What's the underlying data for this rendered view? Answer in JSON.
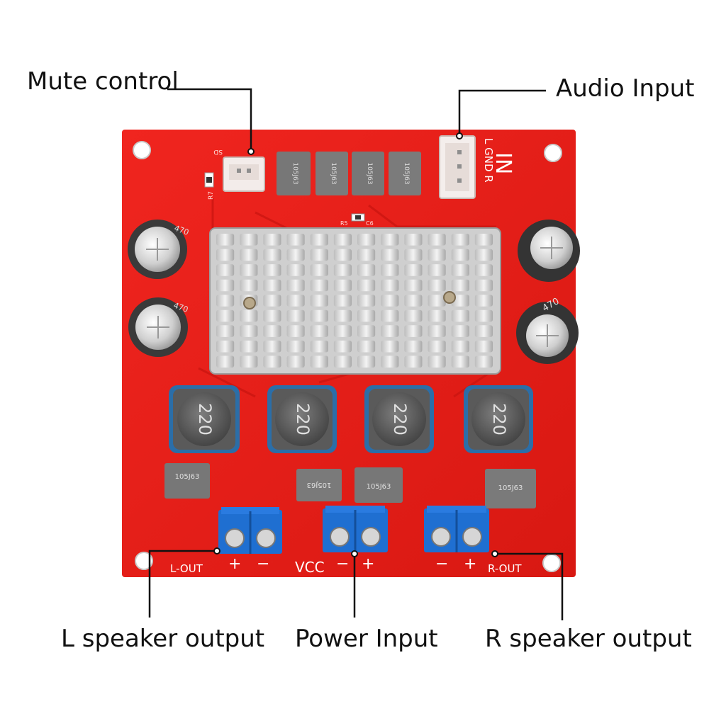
{
  "callouts": {
    "mute": "Mute control",
    "audio": "Audio Input",
    "lspk": "L speaker output",
    "power": "Power Input",
    "rspk": "R speaker output"
  },
  "silk": {
    "sd": "SD",
    "r7": "R7",
    "in": "IN",
    "pins": "L GND R",
    "lout": "L-OUT",
    "rout": "R-OUT",
    "vcc": "VCC",
    "plus": "+",
    "minus": "−",
    "r5": "R5",
    "c6": "C6"
  },
  "caps": [
    "105J63",
    "105J63",
    "105J63",
    "105J63",
    "105J63",
    "105J63",
    "105J63",
    "105J63"
  ],
  "inductor": "220",
  "electrolytic": "470",
  "colors": {
    "pcb": "#e8201c",
    "terminal": "#1f6fd1",
    "heatsink": "#dcdcdc"
  }
}
